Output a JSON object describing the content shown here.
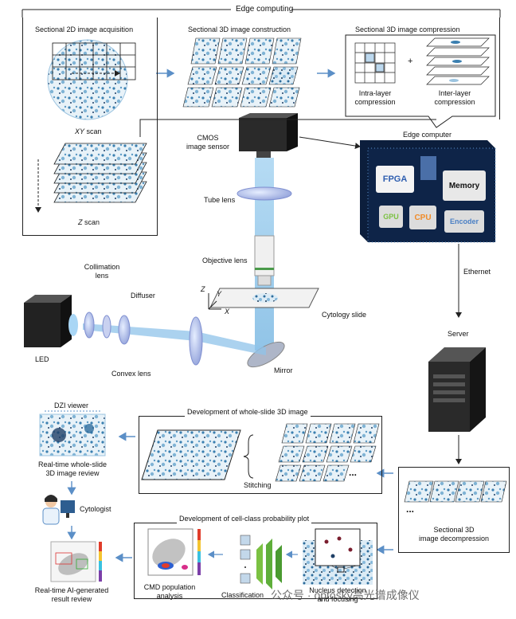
{
  "edge": {
    "title": "Edge computing",
    "acq": "Sectional 2D image acquisition",
    "construct": "Sectional 3D image construction",
    "compress": "Sectional 3D image compression",
    "intra": "Intra-layer\ncompression",
    "inter": "Inter-layer\ncompression",
    "plus": "+",
    "xy_prefix": "XY",
    "xy_suffix": " scan",
    "z_prefix": "Z",
    "z_suffix": " scan"
  },
  "optics": {
    "cmos": "CMOS\nimage sensor",
    "tube": "Tube lens",
    "objective": "Objective lens",
    "collimation": "Collimation\nlens",
    "diffuser": "Diffuser",
    "led": "LED",
    "convex": "Convex lens",
    "slide": "Cytology slide",
    "mirror": "Mirror",
    "axis_z": "Z",
    "axis_y": "Y",
    "axis_x": "X"
  },
  "computer": {
    "title": "Edge computer",
    "fpga": "FPGA",
    "memory": "Memory",
    "gpu": "GPU",
    "cpu": "CPU",
    "encoder": "Encoder",
    "ethernet": "Ethernet",
    "server": "Server"
  },
  "whole": {
    "title": "Development of whole-slide 3D image",
    "stitching": "Stitching",
    "ellipsis": "...",
    "decompress": "Sectional 3D\nimage decompression"
  },
  "review": {
    "dzi": "DZI viewer",
    "realtime": "Real-time whole-slide\n3D image review",
    "cytologist": "Cytologist",
    "ai": "Real-time AI-generated\nresult review"
  },
  "prob": {
    "title": "Development of cell-class probability plot",
    "cmd": "CMD population\nanalysis",
    "classification": "Classification",
    "nucleus": "Nucleus detection\nand focusing"
  },
  "watermark": "公众号 · optosky高光谱成像仪",
  "colors": {
    "arrow_blue": "#5b8fc7",
    "light_beam": "#8fc3ea",
    "fpga_blue": "#2f5fb0",
    "gpu_green": "#7bc142",
    "cpu_orange": "#f08c2a",
    "encoder_blue": "#4a7fc4",
    "cell_blue": "#3a7fb0"
  }
}
